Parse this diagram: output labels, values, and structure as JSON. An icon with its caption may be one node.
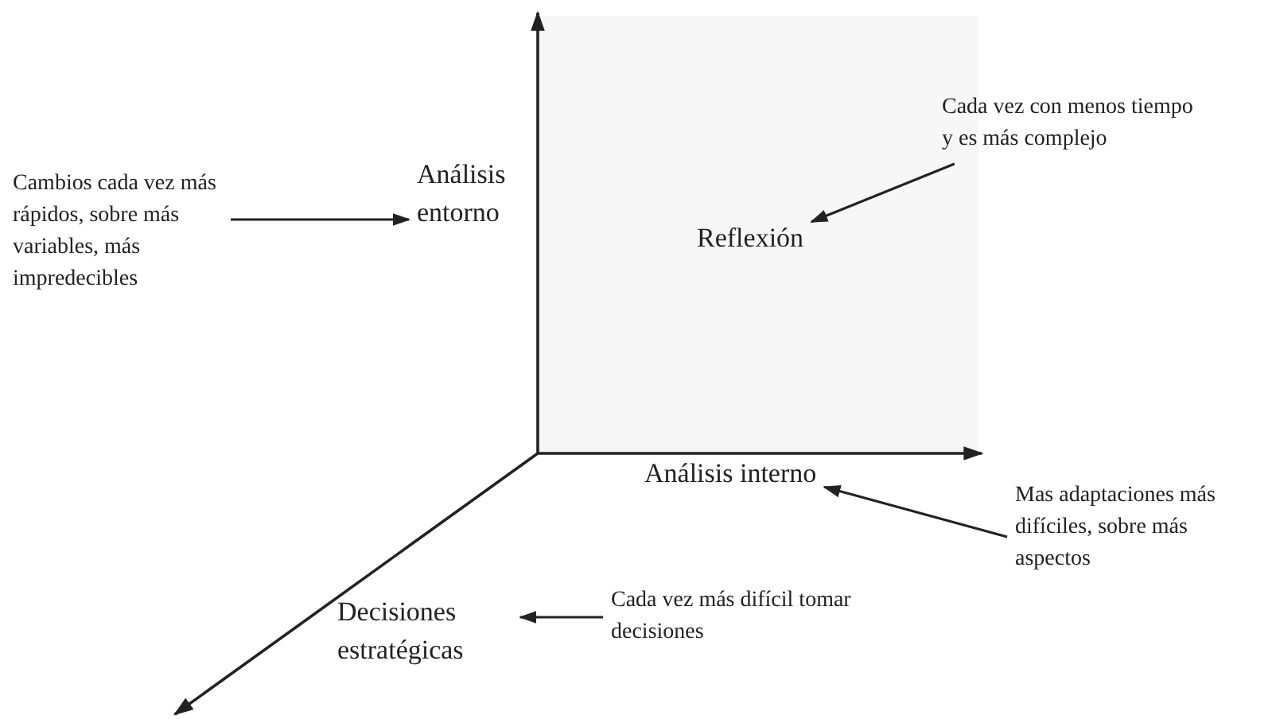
{
  "diagram": {
    "nodes": [
      {
        "text": [
          "Cambios cada vez más rápidos, sobre más variables, más impredecibles"
        ]
      },
      {
        "text": [
          "Análisis entorno"
        ]
      },
      {
        "text": [],
        "shape": "box"
      },
      {
        "text": [
          "Reflexión"
        ],
        "in": 2
      },
      {
        "text": [
          "Cada vez con menos tiempo y es más complejo"
        ]
      },
      {
        "text": [
          "Análisis interno"
        ]
      },
      {
        "text": [
          "Mas adaptaciones más difíciles, sobre más aspectos"
        ]
      },
      {
        "text": [
          "Decisiones estratégicas"
        ]
      },
      {
        "text": [
          "Cada vez más difícil tomar decisiones"
        ]
      }
    ],
    "edges": [
      {
        "from": 0,
        "to": 1,
        "arrow": "to"
      },
      {
        "from": 4,
        "to": 3,
        "arrow": "to"
      },
      {
        "from": 6,
        "to": 5,
        "arrow": "to"
      },
      {
        "from": 8,
        "to": 7,
        "arrow": "to"
      }
    ]
  }
}
